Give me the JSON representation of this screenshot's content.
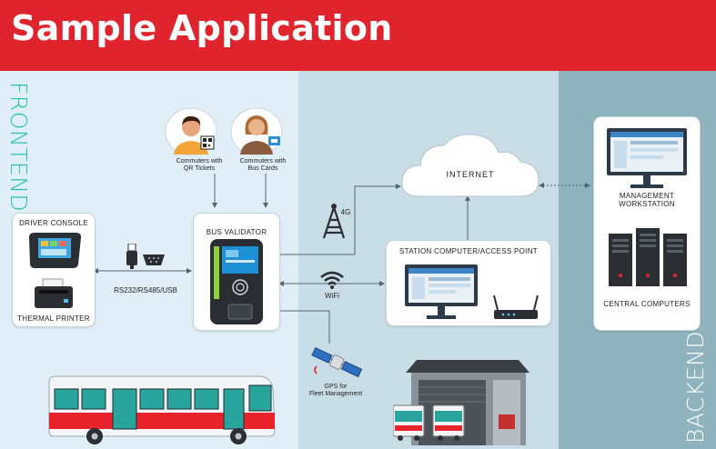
{
  "header": {
    "title": "Sample Application"
  },
  "zones": {
    "frontend": "FRONTEND",
    "backend": "BACKEND"
  },
  "commuters": {
    "qr": {
      "label_line1": "Commuters with",
      "label_line2": "QR Tickets"
    },
    "bus_card": {
      "label_line1": "Commuters with",
      "label_line2": "Bus Cards"
    }
  },
  "devices": {
    "driver_console": "DRIVER CONSOLE",
    "thermal_printer": "THERMAL PRINTER",
    "bus_validator": "BUS VALIDATOR",
    "internet": "INTERNET",
    "station_computer": "STATION COMPUTER/ACCESS POINT",
    "management_workstation_line1": "MANAGEMENT",
    "management_workstation_line2": "WORKSTATION",
    "central_computers": "CENTRAL COMPUTERS"
  },
  "links": {
    "serial": "RS232/RS485/USB",
    "cellular": "4G",
    "wifi": "WiFi",
    "gps_line1": "GPS for",
    "gps_line2": "Fleet Management"
  },
  "colors": {
    "header": "#e0242e",
    "frontend_bg": "#dfeef7",
    "middle_bg": "#c9dde7",
    "backend_bg": "#8fb4bd",
    "frontend_label": "#2bc0b6",
    "validator_screen": "#1f8fd6",
    "bus_body": "#e8232c",
    "bus_windows": "#2aa59d"
  }
}
